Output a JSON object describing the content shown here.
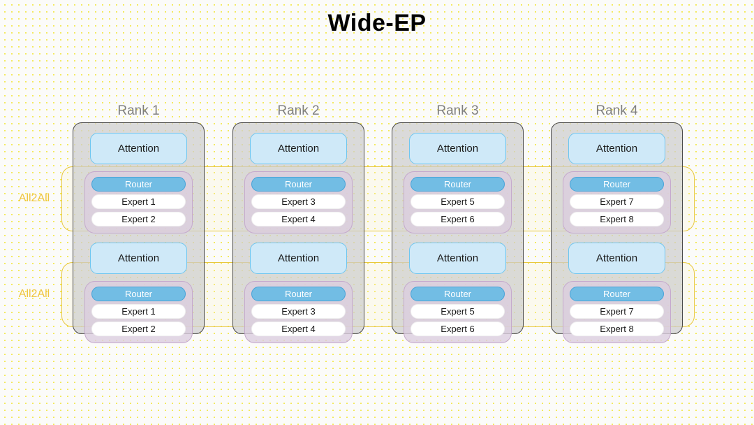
{
  "title": "Wide-EP",
  "allall": {
    "label_1": "All2All",
    "label_2": "All2All",
    "color": "#efc53f"
  },
  "colors": {
    "background": "#fbfbf9",
    "dot_grid": "#f2e53a",
    "rank_box_fill": "#cdcdcd",
    "rank_box_border": "#484848",
    "rank_label": "#7f7f7f",
    "attention_fill": "#cfe9f8",
    "attention_border": "#6ec6f0",
    "router_fill": "#72bde4",
    "router_border": "#46a3d8",
    "router_text": "#ffffff",
    "expert_fill": "#ffffff",
    "moe_fill": "#dbcddf",
    "moe_border": "#c5a9cd",
    "band_border": "#e8c73c"
  },
  "ranks": [
    {
      "label": "Rank 1",
      "layer_1": {
        "attention": "Attention",
        "router": "Router",
        "experts": [
          "Expert 1",
          "Expert 2"
        ]
      },
      "layer_2": {
        "attention": "Attention",
        "router": "Router",
        "experts": [
          "Expert 1",
          "Expert 2"
        ]
      }
    },
    {
      "label": "Rank 2",
      "layer_1": {
        "attention": "Attention",
        "router": "Router",
        "experts": [
          "Expert 3",
          "Expert 4"
        ]
      },
      "layer_2": {
        "attention": "Attention",
        "router": "Router",
        "experts": [
          "Expert 3",
          "Expert 4"
        ]
      }
    },
    {
      "label": "Rank 3",
      "layer_1": {
        "attention": "Attention",
        "router": "Router",
        "experts": [
          "Expert 5",
          "Expert 6"
        ]
      },
      "layer_2": {
        "attention": "Attention",
        "router": "Router",
        "experts": [
          "Expert 5",
          "Expert 6"
        ]
      }
    },
    {
      "label": "Rank 4",
      "layer_1": {
        "attention": "Attention",
        "router": "Router",
        "experts": [
          "Expert 7",
          "Expert 8"
        ]
      },
      "layer_2": {
        "attention": "Attention",
        "router": "Router",
        "experts": [
          "Expert 7",
          "Expert 8"
        ]
      }
    }
  ]
}
